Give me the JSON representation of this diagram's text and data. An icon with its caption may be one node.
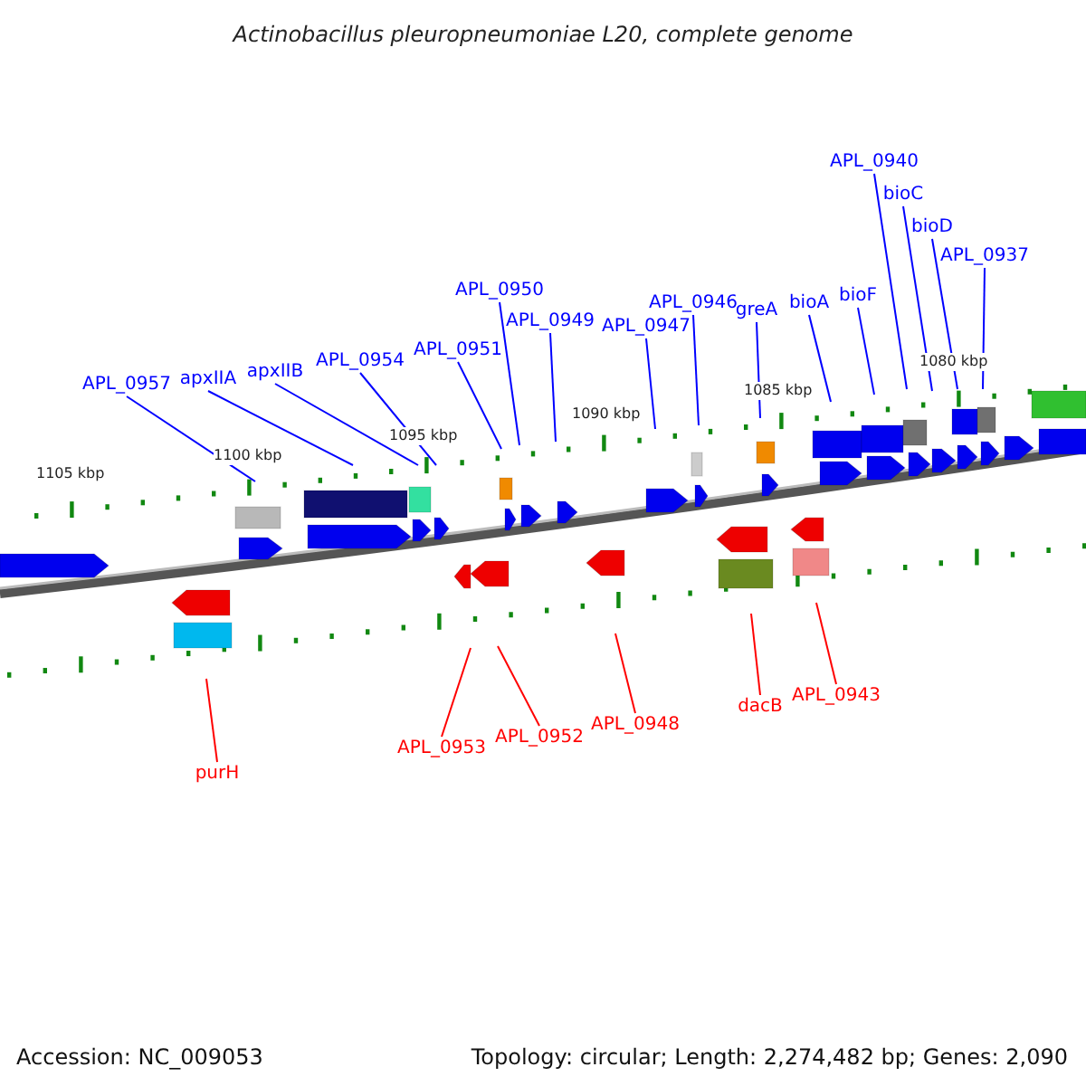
{
  "diagram": {
    "title": "Actinobacillus pleuropneumoniae L20, complete genome",
    "nodes": [
      {
        "text": [
          "APL_0957"
        ]
      },
      {
        "text": [
          "apxIIA"
        ]
      },
      {
        "text": [
          "apxIIB"
        ]
      },
      {
        "text": [
          "APL_0954"
        ]
      },
      {
        "text": [
          "APL_0951"
        ]
      },
      {
        "text": [
          "APL_0950"
        ]
      },
      {
        "text": [
          "APL_0949"
        ]
      },
      {
        "text": [
          "APL_0947"
        ]
      },
      {
        "text": [
          "APL_0946"
        ]
      },
      {
        "text": [
          "greA"
        ]
      },
      {
        "text": [
          "bioA"
        ]
      },
      {
        "text": [
          "bioF"
        ]
      },
      {
        "text": [
          "APL_0940"
        ]
      },
      {
        "text": [
          "bioC"
        ]
      },
      {
        "text": [
          "bioD"
        ]
      },
      {
        "text": [
          "APL_0937"
        ]
      },
      {
        "text": [
          "purH"
        ]
      },
      {
        "text": [
          "APL_0953"
        ]
      },
      {
        "text": [
          "APL_0952"
        ]
      },
      {
        "text": [
          "APL_0948"
        ]
      },
      {
        "text": [
          "dacB"
        ]
      },
      {
        "text": [
          "APL_0943"
        ]
      }
    ],
    "edges": [
      {
        "from": 0,
        "to": null,
        "arrow": "none"
      },
      {
        "from": 1,
        "to": null,
        "arrow": "none"
      },
      {
        "from": 2,
        "to": null,
        "arrow": "none"
      },
      {
        "from": 3,
        "to": null,
        "arrow": "none"
      },
      {
        "from": 4,
        "to": null,
        "arrow": "none"
      },
      {
        "from": 5,
        "to": null,
        "arrow": "none"
      },
      {
        "from": 6,
        "to": null,
        "arrow": "none"
      },
      {
        "from": 7,
        "to": null,
        "arrow": "none"
      },
      {
        "from": 8,
        "to": null,
        "arrow": "none"
      },
      {
        "from": 9,
        "to": null,
        "arrow": "none"
      },
      {
        "from": 10,
        "to": null,
        "arrow": "none"
      },
      {
        "from": 11,
        "to": null,
        "arrow": "none"
      },
      {
        "from": 12,
        "to": null,
        "arrow": "none"
      },
      {
        "from": 13,
        "to": null,
        "arrow": "none"
      },
      {
        "from": 14,
        "to": null,
        "arrow": "none"
      },
      {
        "from": 15,
        "to": null,
        "arrow": "none"
      },
      {
        "from": 16,
        "to": null,
        "arrow": "none",
        "color": "#ff0000"
      },
      {
        "from": 17,
        "to": null,
        "arrow": "none",
        "color": "#ff0000"
      },
      {
        "from": 18,
        "to": null,
        "arrow": "none",
        "color": "#ff0000"
      },
      {
        "from": 19,
        "to": null,
        "arrow": "none",
        "color": "#ff0000"
      },
      {
        "from": 20,
        "to": null,
        "arrow": "none",
        "color": "#ff0000"
      },
      {
        "from": 21,
        "to": null,
        "arrow": "none",
        "color": "#ff0000"
      }
    ],
    "labels": [
      "1105 kbp",
      "1100 kbp",
      "1095 kbp",
      "1090 kbp",
      "1085 kbp",
      "1080 kbp",
      "Accession: NC_009053",
      "Topology: circular; Length: 2,274,482 bp; Genes: 2,090"
    ]
  }
}
